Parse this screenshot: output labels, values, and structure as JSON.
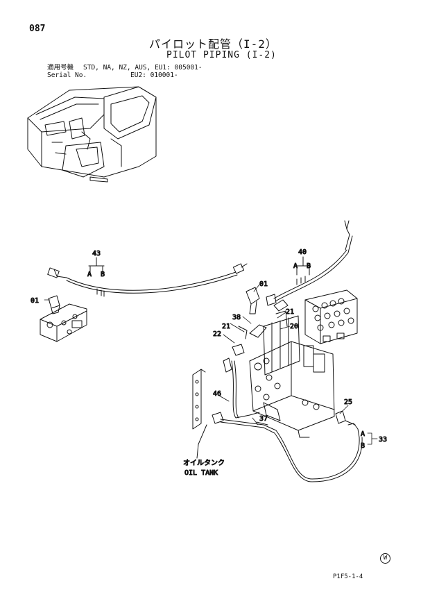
{
  "header": {
    "page_number": "087",
    "title_jp": "パイロット配管（I-2）",
    "title_en": "PILOT PIPING (I-2)",
    "serial_label_jp": "適用号機",
    "serial_label_en": "Serial No.",
    "serial_line1": "STD, NA, NZ, AUS, EU1: 005001-",
    "serial_line2": "EU2: 010001-"
  },
  "callouts": {
    "p43": "43",
    "p40": "40",
    "p01a": "01",
    "p01b": "01",
    "p38": "38",
    "p21a": "21",
    "p21b": "21",
    "p20": "20",
    "p22": "22",
    "p46": "46",
    "p37": "37",
    "p25": "25",
    "p33": "33",
    "A": "A",
    "B": "B"
  },
  "tank_label_jp": "オイルタンク",
  "tank_label_en": "OIL TANK",
  "footer": {
    "code": "P1F5-1-4",
    "mark": "W"
  }
}
